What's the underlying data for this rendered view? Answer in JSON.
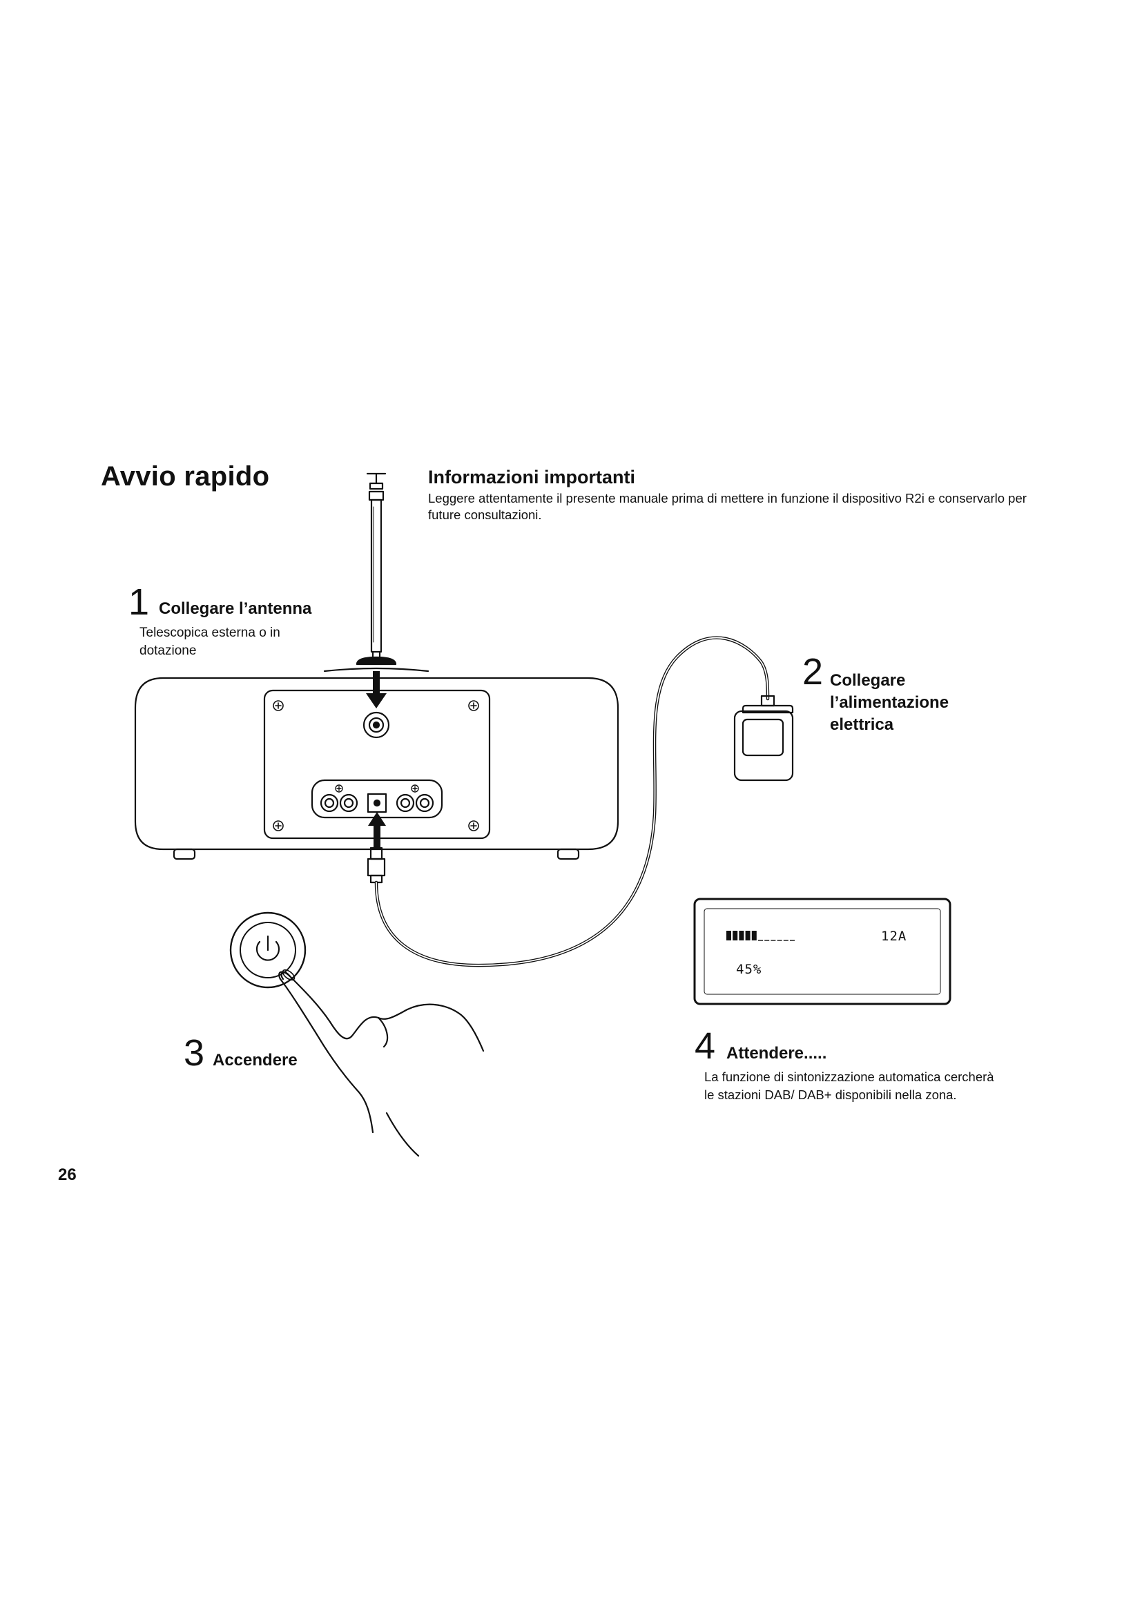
{
  "page": {
    "title": "Avvio rapido",
    "number": "26"
  },
  "info": {
    "title": "Informazioni importanti",
    "text": "Leggere attentamente il presente manuale prima di mettere in funzione il dispositivo R2i e conservarlo per future consultazioni."
  },
  "steps": [
    {
      "number": "1",
      "title": "Collegare l’antenna",
      "description": "Telescopica esterna o in dotazione"
    },
    {
      "number": "2",
      "title": "Collegare l’alimentazione elettrica"
    },
    {
      "number": "3",
      "title": "Accendere"
    },
    {
      "number": "4",
      "title": "Attendere.....",
      "description": "La funzione di sintonizzazione automatica cercherà le stazioni DAB/ DAB+ disponibili nella zona."
    }
  ],
  "lcd": {
    "channel": "12A",
    "progress_percent": "45%",
    "progress_fraction": 0.45
  },
  "icons": [
    "antenna-icon",
    "power-button-icon",
    "power-adapter-icon",
    "hand-icon",
    "arrow-down-icon",
    "arrow-up-icon"
  ]
}
